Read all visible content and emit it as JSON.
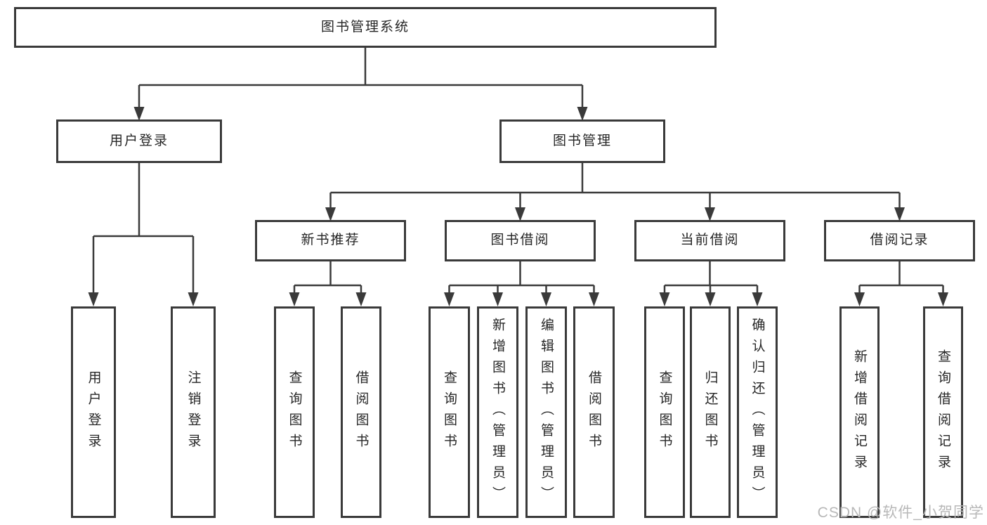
{
  "diagram": {
    "root": {
      "label": "图书管理系统"
    },
    "branches": [
      {
        "label": "用户登录",
        "children": [
          {
            "label": "用户登录"
          },
          {
            "label": "注销登录"
          }
        ]
      },
      {
        "label": "图书管理",
        "children": [
          {
            "label": "新书推荐",
            "children": [
              {
                "label": "查询图书"
              },
              {
                "label": "借阅图书"
              }
            ]
          },
          {
            "label": "图书借阅",
            "children": [
              {
                "label": "查询图书"
              },
              {
                "label": "新增图书（管理员）"
              },
              {
                "label": "编辑图书（管理员）"
              },
              {
                "label": "借阅图书"
              }
            ]
          },
          {
            "label": "当前借阅",
            "children": [
              {
                "label": "查询图书"
              },
              {
                "label": "归还图书"
              },
              {
                "label": "确认归还（管理员）"
              }
            ]
          },
          {
            "label": "借阅记录",
            "children": [
              {
                "label": "新增借阅记录"
              },
              {
                "label": "查询借阅记录"
              }
            ]
          }
        ]
      }
    ],
    "watermark": "CSDN @软件_小贺同学",
    "colors": {
      "line": "#3a3a3a",
      "text": "#262626",
      "background": "#ffffff",
      "watermark": "#b8b8b8"
    }
  }
}
